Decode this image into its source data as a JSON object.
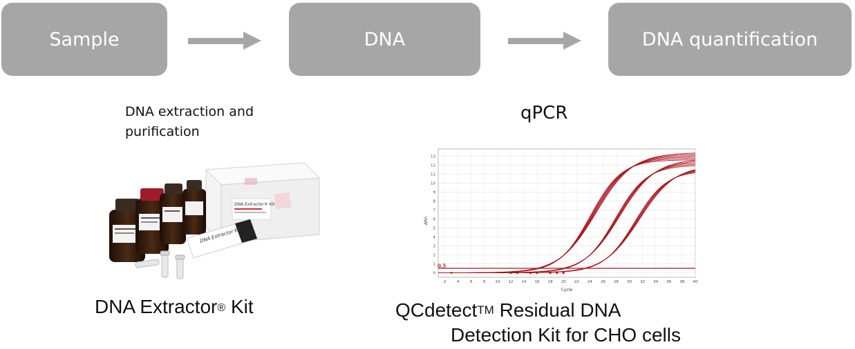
{
  "flow": {
    "boxes": [
      {
        "label": "Sample"
      },
      {
        "label": "DNA"
      },
      {
        "label": "DNA quantification"
      }
    ],
    "box_color": "#a6a6a6",
    "arrow_color": "#a6a6a6"
  },
  "steps": {
    "extraction_line1": "DNA extraction and",
    "extraction_line2": "purification",
    "qpcr": "qPCR"
  },
  "products": {
    "extractor_name": "DNA Extractor",
    "extractor_mark": "®",
    "extractor_suffix": " Kit",
    "qcdetect_name": "QCdetect",
    "qcdetect_mark": "TM",
    "qcdetect_rest": " Residual DNA",
    "qcdetect_line2": "Detection Kit for CHO cells"
  },
  "photo": {
    "kit_box_brand": "DNA Extractor® Kit",
    "card_text": "DNA Extractor Kit"
  },
  "chart_data": {
    "type": "line",
    "xlabel": "Cycle",
    "ylabel": "ΔRn",
    "threshold_label": "0.5",
    "xticks": [
      "2",
      "4",
      "6",
      "8",
      "10",
      "12",
      "14",
      "16",
      "18",
      "20",
      "22",
      "24",
      "26",
      "28",
      "30",
      "32",
      "34",
      "36",
      "38",
      "40"
    ],
    "yticks": [
      "0",
      "1",
      "2",
      "3",
      "4",
      "5",
      "6",
      "7",
      "8",
      "9",
      "10",
      "11",
      "12",
      "13"
    ],
    "xlim": [
      1,
      40
    ],
    "ylim": [
      -0.5,
      13.8
    ],
    "threshold": 0.5,
    "grid": true,
    "line_color": "#b0141e",
    "groups": [
      {
        "midpoint": 24.5,
        "count": 6,
        "plateau": [
          12.6,
          13.4
        ]
      },
      {
        "midpoint": 28.2,
        "count": 5,
        "plateau": [
          12.0,
          12.7
        ]
      },
      {
        "midpoint": 31.2,
        "count": 5,
        "plateau": [
          11.4,
          12.0
        ]
      }
    ]
  }
}
